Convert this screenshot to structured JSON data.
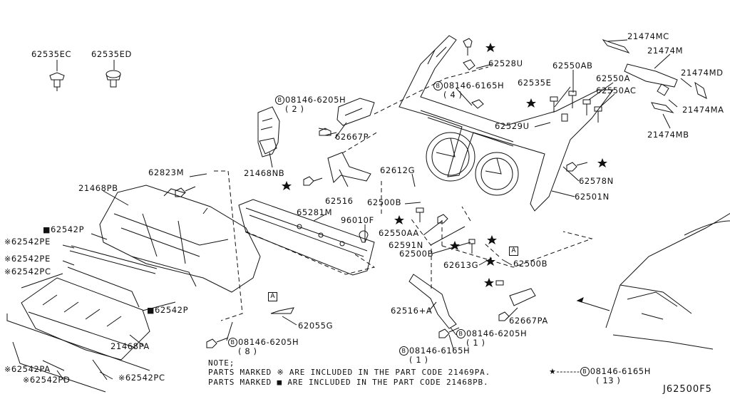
{
  "diagram_id": "J62500F5",
  "parts": {
    "p62535EC": "62535EC",
    "p62535ED": "62535ED",
    "p21474MC": "21474MC",
    "p21474M": "21474M",
    "p21474MD": "21474MD",
    "p21474MA": "21474MA",
    "p21474MB": "21474MB",
    "p62528U": "62528U",
    "p62550AB": "62550AB",
    "p62535E": "62535E",
    "p62550A": "62550A",
    "p62550AC": "62550AC",
    "p62529U": "62529U",
    "p62578N": "62578N",
    "p62501N": "62501N",
    "p62667P": "62667P",
    "p21468NB": "21468NB",
    "p62823M": "62823M",
    "p21468PB": "21468PB",
    "p62516": "62516",
    "p62612G": "62612G",
    "p62500B_1": "62500B",
    "p62550AA": "62550AA",
    "p62591N": "62591N",
    "p62500B_2": "62500B",
    "p62613G": "62613G",
    "p62500B_3": "62500B",
    "p65281M": "65281M",
    "p96010F": "96010F",
    "p62542P_1": "62542P",
    "p62542PE_1": "62542PE",
    "p62542PE_2": "62542PE",
    "p62542PC_1": "62542PC",
    "p62542P_2": "62542P",
    "p62055G": "62055G",
    "p62516A": "62516+A",
    "p62667PA": "62667PA",
    "p21468PA": "21468PA",
    "p62542PA": "62542PA",
    "p62542PD": "62542PD",
    "p62542PC_2": "62542PC"
  },
  "bolts": {
    "b1_code": "08146-6205H",
    "b1_qty": "( 2 )",
    "b2_code": "08146-6165H",
    "b2_qty": "( 4 )",
    "b3_code": "08146-6205H",
    "b3_qty": "( 8 )",
    "b4_code": "08146-6205H",
    "b4_qty": "( 1 )",
    "b5_code": "08146-6165H",
    "b5_qty": "( 1 )",
    "b6_code": "08146-6165H",
    "b6_qty": "( 13 )",
    "circle_letter": "B"
  },
  "refs": {
    "ref_a": "A"
  },
  "symbols": {
    "asterisk": "※",
    "square": "■",
    "star": "★",
    "dash": "-------"
  },
  "note": {
    "heading": "NOTE;",
    "line1": "PARTS MARKED ※ ARE INCLUDED IN THE PART CODE 21469PA.",
    "line2": "PARTS MARKED ■ ARE INCLUDED IN THE PART CODE 21468PB."
  }
}
